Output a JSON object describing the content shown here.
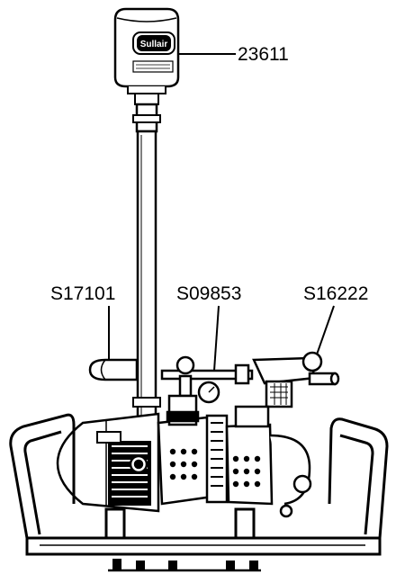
{
  "callouts": {
    "top_filter": "23611",
    "left": "S17101",
    "middle": "S09853",
    "right": "S16222"
  },
  "filter_logo": "Sullair",
  "colors": {
    "ink": "#000000",
    "paper": "#ffffff",
    "shade": "#c8c8c8"
  }
}
